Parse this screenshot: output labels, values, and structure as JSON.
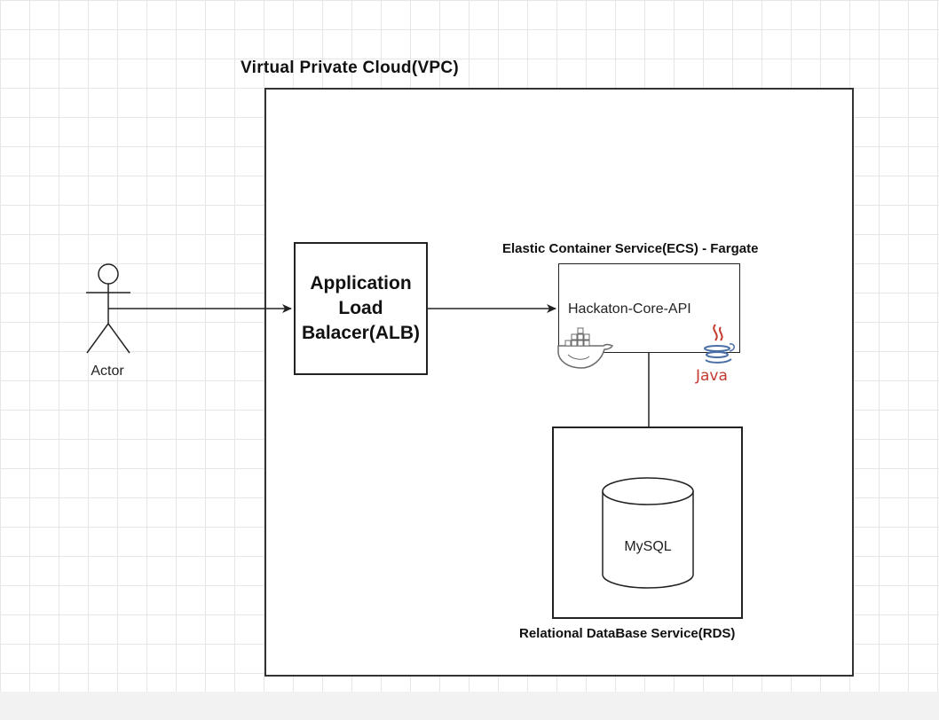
{
  "diagram": {
    "vpc": {
      "title": "Virtual Private Cloud(VPC)"
    },
    "actor": {
      "label": "Actor"
    },
    "alb": {
      "label": "Application Load Balacer(ALB)"
    },
    "ecs": {
      "title": "Elastic Container Service(ECS) - Fargate",
      "service_label": "Hackaton-Core-API",
      "icons": [
        "docker-icon",
        "java-icon"
      ],
      "java_text": "Java"
    },
    "rds": {
      "title": "Relational DataBase Service(RDS)",
      "db_label": "MySQL",
      "icon": "database-cylinder-icon"
    },
    "connections": [
      {
        "from": "Actor",
        "to": "Application Load Balacer(ALB)"
      },
      {
        "from": "Application Load Balacer(ALB)",
        "to": "Hackaton-Core-API"
      },
      {
        "from": "Hackaton-Core-API",
        "to": "MySQL"
      }
    ],
    "colors": {
      "stroke": "#222222",
      "grid": "#e6e6e6",
      "java_red": "#c43a2f",
      "java_blue": "#4a6fa5"
    }
  }
}
